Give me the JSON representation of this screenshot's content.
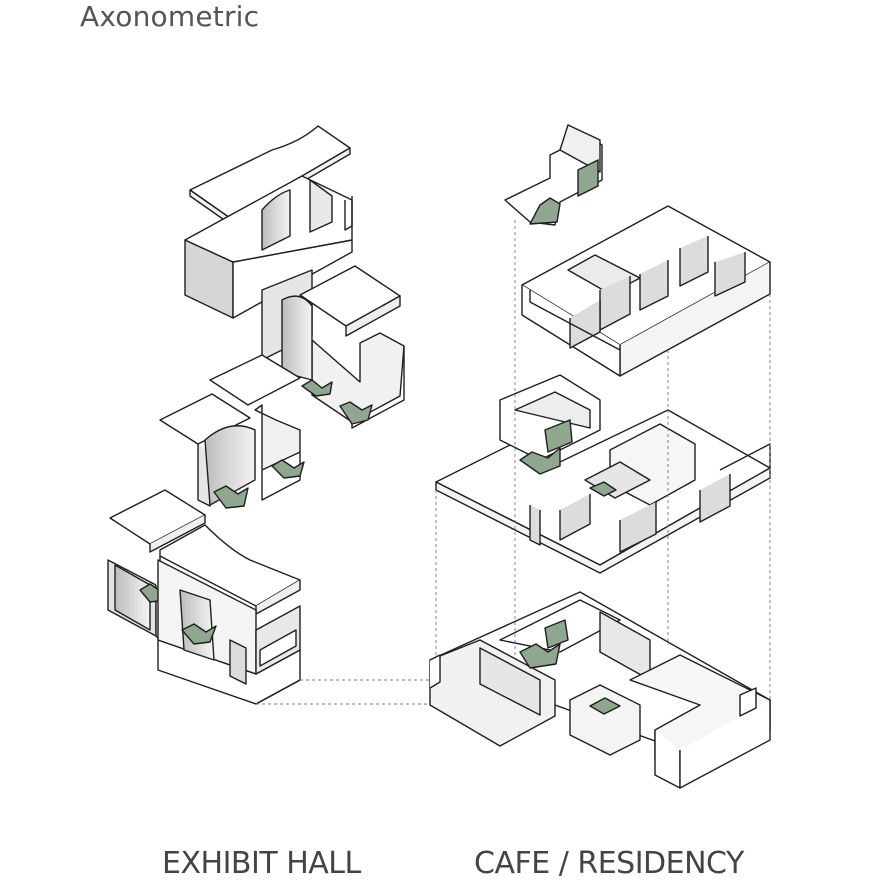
{
  "header": {
    "title": "Axonometric"
  },
  "labels": {
    "left": "EXHIBIT HALL",
    "right": "CAFE / RESIDENCY"
  },
  "colors": {
    "line": "#1f1f1f",
    "wall_shade": "#dcdcdc",
    "stair": "#8fa68f",
    "dash": "#777777"
  }
}
